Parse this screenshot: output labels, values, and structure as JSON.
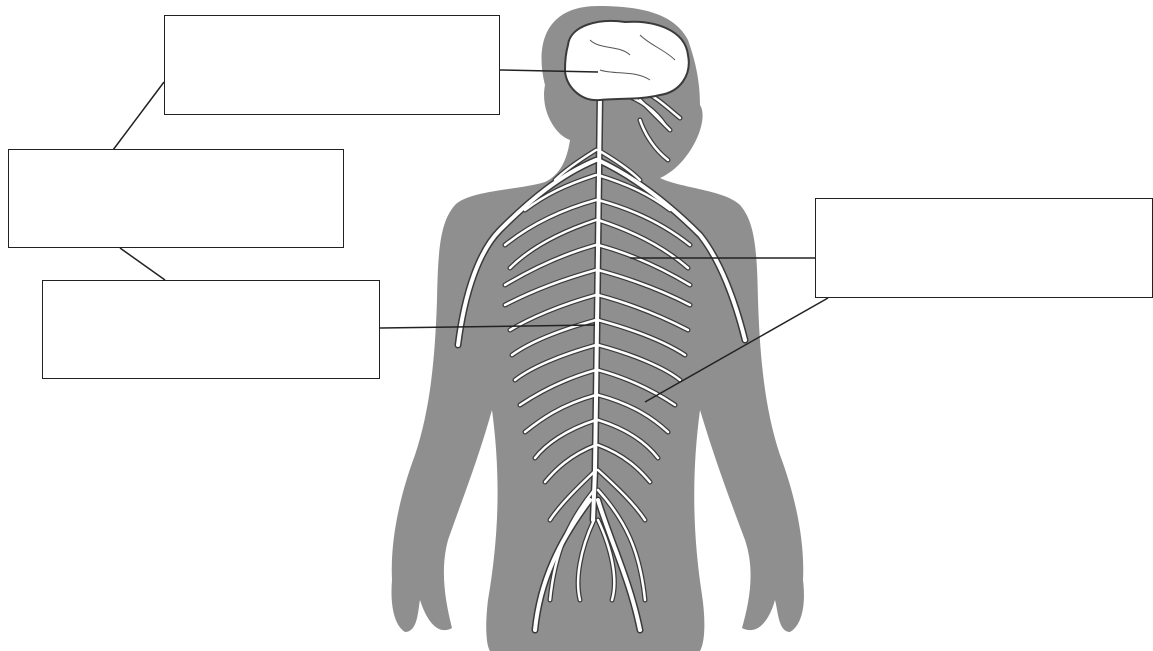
{
  "diagram": {
    "label_boxes": [
      {
        "id": "box-brain",
        "text": ""
      },
      {
        "id": "box-cns",
        "text": ""
      },
      {
        "id": "box-spinal-cord",
        "text": ""
      },
      {
        "id": "box-nerves",
        "text": ""
      }
    ],
    "colors": {
      "silhouette": "#8f8f8f",
      "nerve_fill": "#ffffff",
      "nerve_outline": "#3a3a3a",
      "box_border": "#222222",
      "leader_line": "#222222"
    }
  }
}
